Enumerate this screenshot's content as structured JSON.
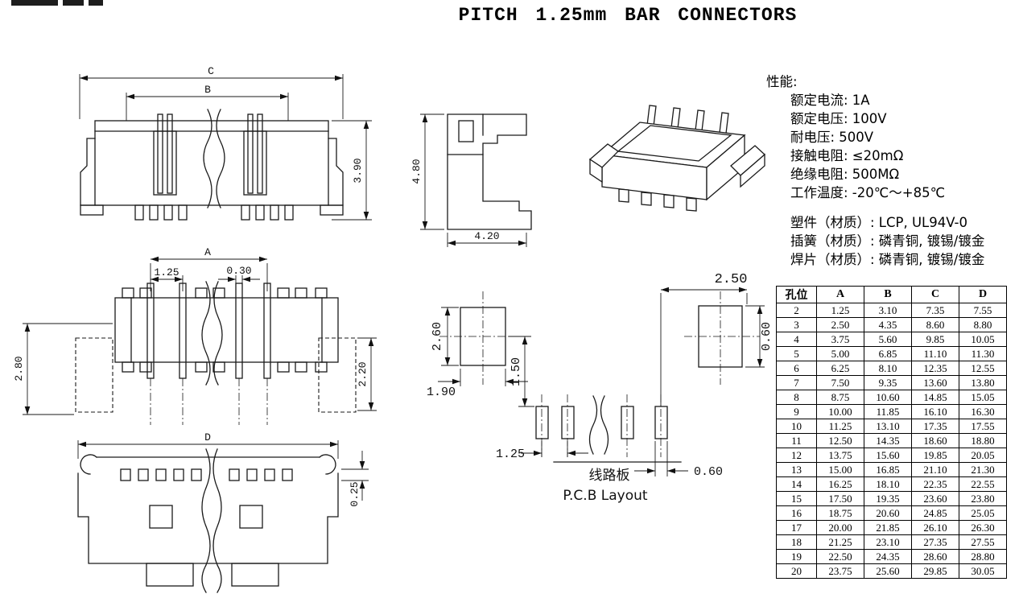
{
  "title": "PITCH 1.25mm BAR CONNECTORS",
  "specs": {
    "heading": "性能:",
    "items": [
      "额定电流: 1A",
      "额定电压: 100V",
      "耐电压: 500V",
      "接触电阻: ≤20mΩ",
      "绝缘电阻: 500MΩ",
      "工作温度: -20℃～+85℃"
    ],
    "materials": [
      "塑件（材质）: LCP, UL94V-0",
      "插簧（材质）: 磷青铜, 镀锡/镀金",
      "焊片（材质）: 磷青铜, 镀锡/镀金"
    ]
  },
  "drawings": {
    "front_view": {
      "width_c": "C",
      "width_b": "B",
      "height": "3.90"
    },
    "side_view": {
      "height": "4.80",
      "depth": "4.20"
    },
    "pin_view": {
      "span_a": "A",
      "pitch": "1.25",
      "pin_width": "0.30",
      "left_height": "2.80",
      "right_height": "2.20"
    },
    "bottom_view": {
      "width_d": "D",
      "thickness": "0.25"
    },
    "pcb_layout": {
      "pad_height": "2.60",
      "pad_width": "1.90",
      "row_gap": "1.50",
      "pitch": "1.25",
      "end_span": "2.50",
      "end_pad_height": "0.60",
      "hole_width": "0.60",
      "board_label": "线路板",
      "caption": "P.C.B Layout"
    }
  },
  "table": {
    "headers": [
      "孔位",
      "A",
      "B",
      "C",
      "D"
    ],
    "rows": [
      [
        "2",
        "1.25",
        "3.10",
        "7.35",
        "7.55"
      ],
      [
        "3",
        "2.50",
        "4.35",
        "8.60",
        "8.80"
      ],
      [
        "4",
        "3.75",
        "5.60",
        "9.85",
        "10.05"
      ],
      [
        "5",
        "5.00",
        "6.85",
        "11.10",
        "11.30"
      ],
      [
        "6",
        "6.25",
        "8.10",
        "12.35",
        "12.55"
      ],
      [
        "7",
        "7.50",
        "9.35",
        "13.60",
        "13.80"
      ],
      [
        "8",
        "8.75",
        "10.60",
        "14.85",
        "15.05"
      ],
      [
        "9",
        "10.00",
        "11.85",
        "16.10",
        "16.30"
      ],
      [
        "10",
        "11.25",
        "13.10",
        "17.35",
        "17.55"
      ],
      [
        "11",
        "12.50",
        "14.35",
        "18.60",
        "18.80"
      ],
      [
        "12",
        "13.75",
        "15.60",
        "19.85",
        "20.05"
      ],
      [
        "13",
        "15.00",
        "16.85",
        "21.10",
        "21.30"
      ],
      [
        "14",
        "16.25",
        "18.10",
        "22.35",
        "22.55"
      ],
      [
        "15",
        "17.50",
        "19.35",
        "23.60",
        "23.80"
      ],
      [
        "16",
        "18.75",
        "20.60",
        "24.85",
        "25.05"
      ],
      [
        "17",
        "20.00",
        "21.85",
        "26.10",
        "26.30"
      ],
      [
        "18",
        "21.25",
        "23.10",
        "27.35",
        "27.55"
      ],
      [
        "19",
        "22.50",
        "24.35",
        "28.60",
        "28.80"
      ],
      [
        "20",
        "23.75",
        "25.60",
        "29.85",
        "30.05"
      ]
    ]
  }
}
